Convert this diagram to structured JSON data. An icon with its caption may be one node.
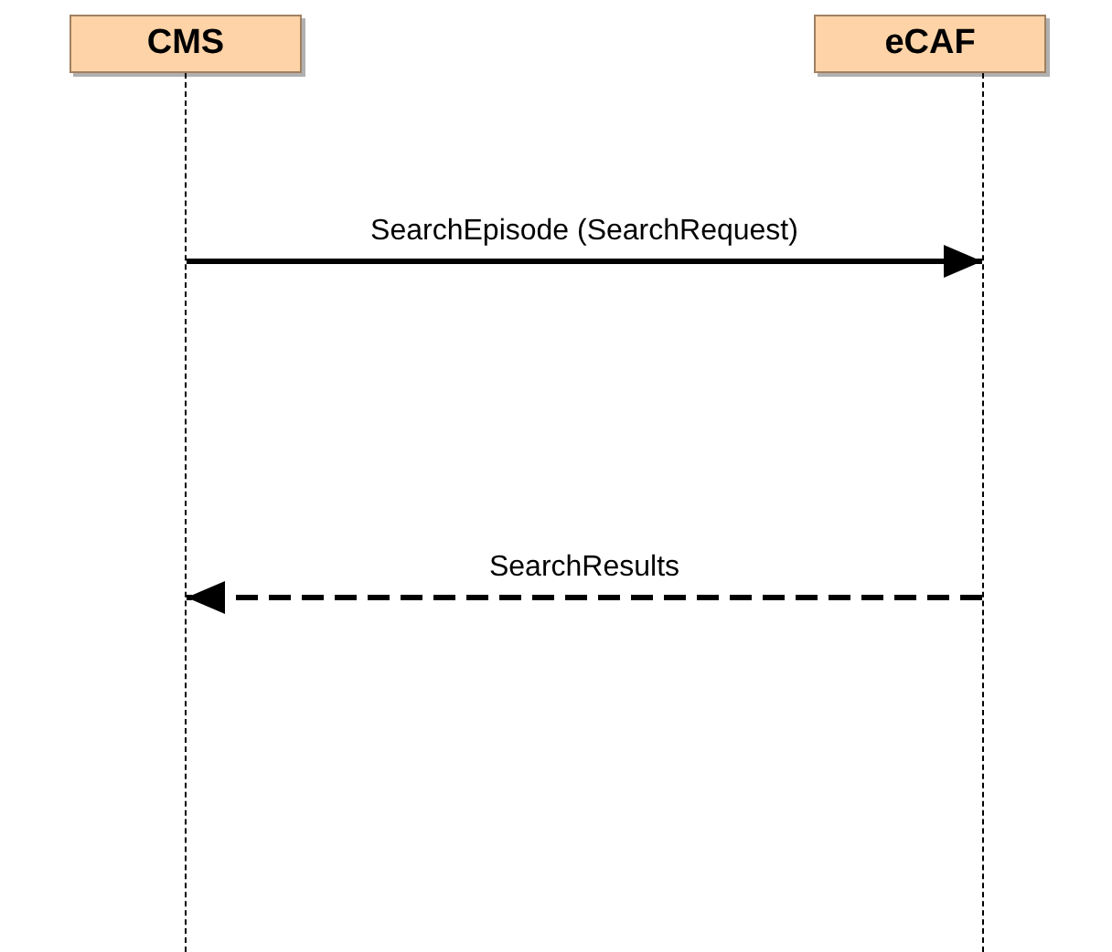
{
  "diagram": {
    "nodes": [
      {
        "text": [
          "CMS"
        ]
      },
      {
        "text": [
          "eCAF"
        ]
      },
      {
        "text": [],
        "shape": "line"
      },
      {
        "text": [],
        "shape": "line"
      }
    ],
    "edges": [
      {
        "from": 2,
        "to": 3,
        "arrow": "to",
        "label": "SearchEpisode (SearchRequest)"
      },
      {
        "from": 3,
        "to": 2,
        "arrow": "to",
        "label": "SearchResults",
        "style": "dashed"
      }
    ]
  }
}
